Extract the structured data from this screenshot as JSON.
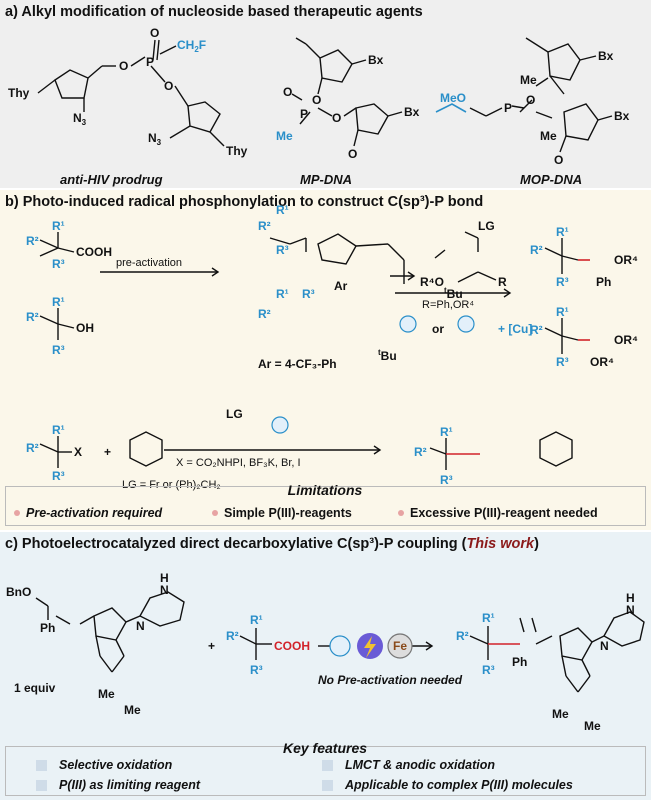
{
  "panel_a": {
    "title": "a)  Alkyl modification of nucleoside based therapeutic agents",
    "caption_1": "anti-HIV prodrug",
    "caption_2": "MP-DNA",
    "caption_3": "MOP-DNA",
    "labels": {
      "thy": "Thy",
      "n3": "N",
      "n3_sub": "3",
      "ch2f": "CH",
      "ch2f_sub": "2",
      "f": "F",
      "bx": "Bx",
      "me": "Me",
      "meo": "MeO",
      "o": "O",
      "p": "P"
    }
  },
  "panel_b": {
    "title": "b)  Photo-induced radical phosphonylation to construct C(sp³)-P bond",
    "cooh": "COOH",
    "oh": "OH",
    "pre_activation": "pre-activation",
    "ar": "Ar",
    "ar_def": "Ar = 4-CF₃-Ph",
    "tbu": "Bu",
    "t": "t",
    "lg": "LG",
    "r4o": "R⁴O",
    "r": "R",
    "r_def": "R=Ph,OR⁴",
    "or": "or",
    "cu": "+ [Cu]",
    "or4": "OR⁴",
    "ph": "Ph",
    "x": "X",
    "plus": "+",
    "x_def": "X = CO₂NHPI, BF₃K, Br, I",
    "lg_def": "LG = Fr or (Ph)₂CH₂",
    "r1": "R¹",
    "r2": "R²",
    "r3": "R³",
    "limitations_title": "Limitations",
    "limitations": [
      "Pre-activation required",
      "Simple P(III)-reagents",
      "Excessive P(III)-reagent needed"
    ]
  },
  "panel_c": {
    "title_pre": "c)  Photoelectrocatalyzed direct decarboxylative C(sp³)-P coupling (",
    "title_em": "This work",
    "title_post": ")",
    "bno": "BnO",
    "ph": "Ph",
    "equiv": "1 equiv",
    "nh": "H",
    "n": "N",
    "me": "Me",
    "cooh": "COOH",
    "fe": "Fe",
    "no_pre": "No Pre-activation needed",
    "key_title": "Key features",
    "features": [
      "Selective oxidation",
      "LMCT & anodic oxidation",
      "P(III) as limiting reagent",
      "Applicable to complex P(III) molecules"
    ]
  },
  "colors": {
    "accent_blue": "#2a8fc9",
    "this_work": "#8b1a1a",
    "panel_a": "#efefef",
    "panel_b": "#fbf7ea",
    "panel_c": "#eaf2f6",
    "limit_dot": "#e7a3a3",
    "feature_square": "#cfdce8",
    "bond_red": "#d2232a"
  },
  "icons": [
    "led-bulb-icon",
    "photocatalyst-lightning-icon",
    "iron-catalyst-cycle-icon"
  ]
}
